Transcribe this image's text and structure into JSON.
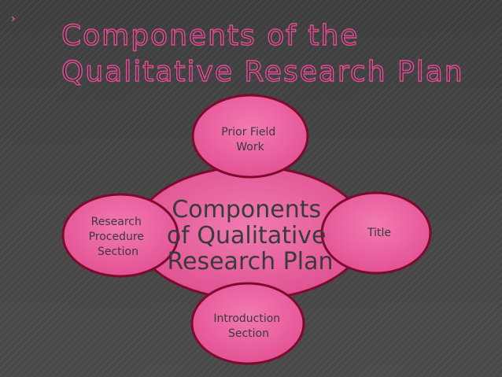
{
  "slide": {
    "title_line1": "Components of the",
    "title_line2": "Qualitative Research Plan",
    "accent_icon": "chevron-right-icon"
  },
  "diagram": {
    "center": {
      "lines": [
        "Components",
        "of Qualitative",
        "Research Plan"
      ]
    },
    "nodes": [
      {
        "id": "top",
        "lines": [
          "Prior Field",
          "Work"
        ]
      },
      {
        "id": "right",
        "lines": [
          "Title"
        ]
      },
      {
        "id": "bottom",
        "lines": [
          "Introduction",
          "Section"
        ]
      },
      {
        "id": "left",
        "lines": [
          "Research",
          "Procedure",
          "Section"
        ]
      }
    ],
    "colors": {
      "center_fill": "#e8609c",
      "node_fill": "#ec5f9c",
      "outline": "#7e0a2e",
      "text": "#3a3a3a"
    }
  }
}
